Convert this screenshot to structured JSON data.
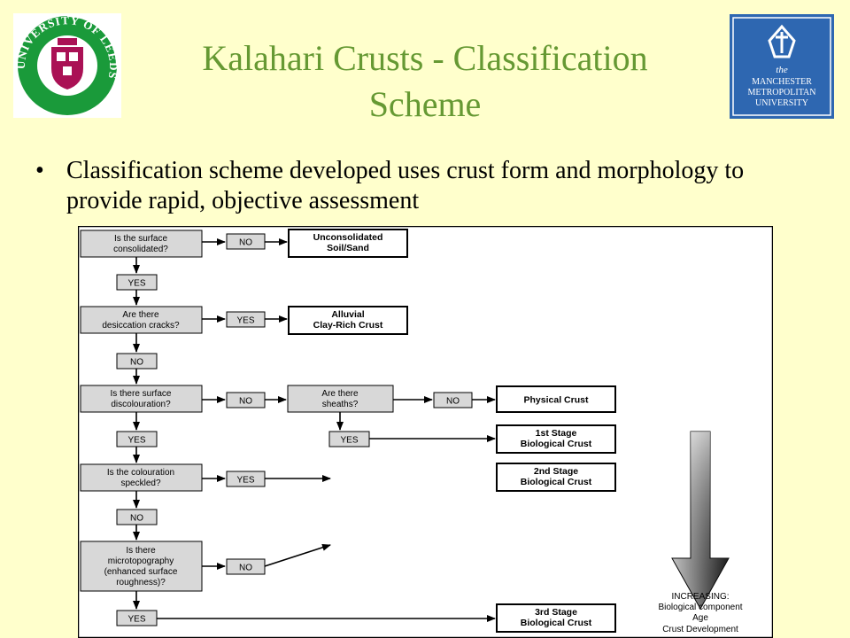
{
  "slide": {
    "title_line1": "Kalahari Crusts - Classification",
    "title_line2": "Scheme",
    "bullet": "Classification scheme developed uses crust form and morphology to provide rapid, objective assessment"
  },
  "logos": {
    "leeds_ring": "UNIVERSITY OF LEEDS",
    "mmu_lines": [
      "the",
      "MANCHESTER",
      "METROPOLITAN",
      "UNIVERSITY"
    ]
  },
  "colors": {
    "background": "#ffffcc",
    "title": "#669933",
    "leeds_green": "#1a9a3a",
    "leeds_crest": "#aa1155",
    "mmu_blue": "#2e67b1"
  },
  "flowchart": {
    "questions": [
      [
        "Is the surface",
        "consolidated?"
      ],
      [
        "Are there",
        "desiccation cracks?"
      ],
      [
        "Is there surface",
        "discolouration?"
      ],
      [
        "Is the colouration",
        "speckled?"
      ],
      [
        "Is there",
        "microtopography",
        "(enhanced surface",
        "roughness)?"
      ],
      [
        "Are there",
        "sheaths?"
      ]
    ],
    "answers": {
      "yes": "YES",
      "no": "NO"
    },
    "outcomes": [
      [
        "Unconsolidated",
        "Soil/Sand"
      ],
      [
        "Alluvial",
        "Clay-Rich Crust"
      ],
      [
        "Physical Crust"
      ],
      [
        "1st Stage",
        "Biological Crust"
      ],
      [
        "2nd Stage",
        "Biological Crust"
      ],
      [
        "3rd Stage",
        "Biological Crust"
      ]
    ],
    "increasing": [
      "INCREASING:",
      "Biological component",
      "Age",
      "Crust Development"
    ]
  }
}
